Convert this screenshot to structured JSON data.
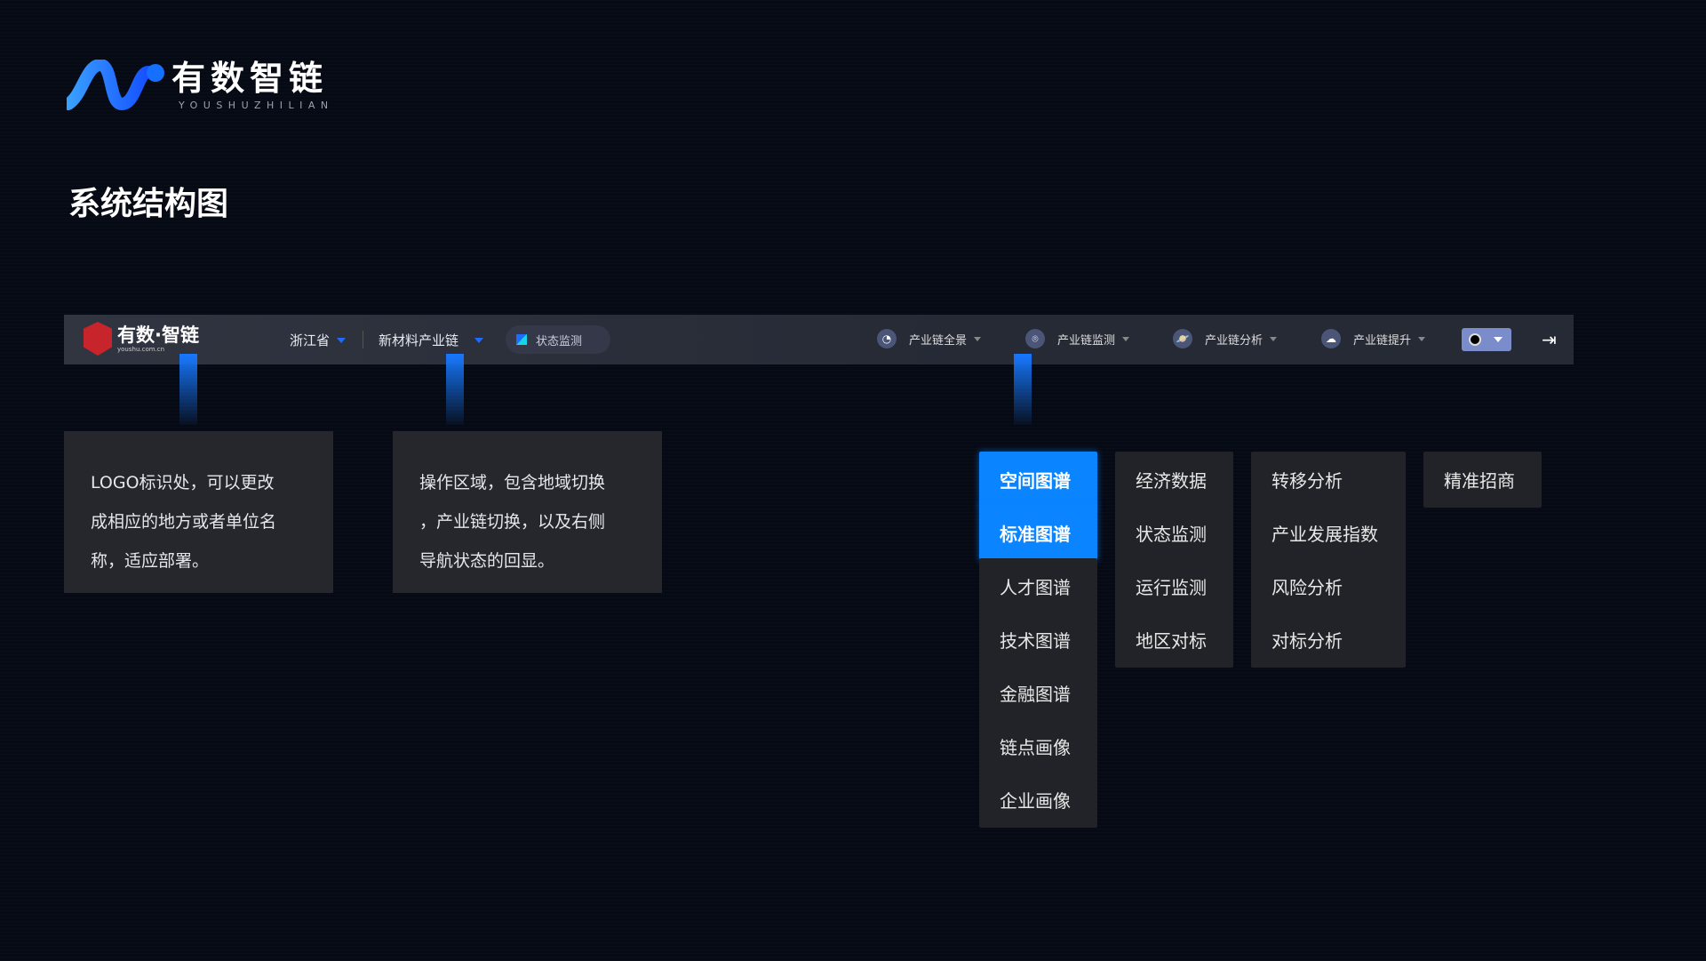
{
  "brand": {
    "name": "有数智链",
    "subtitle": "YOUSHUZHILIAN"
  },
  "page_title": "系统结构图",
  "navbar": {
    "logo": {
      "name": "有数·智链",
      "domain": "youshu.com.cn"
    },
    "region": "浙江省",
    "chain": "新材料产业链",
    "status_pill": "状态监测",
    "menus": [
      {
        "label": "产业链全景",
        "icon": "pie-chart-icon"
      },
      {
        "label": "产业链监测",
        "icon": "shield-search-icon"
      },
      {
        "label": "产业链分析",
        "icon": "planet-icon"
      },
      {
        "label": "产业链提升",
        "icon": "cloud-upload-icon"
      }
    ],
    "theme_icon": "theme-toggle-icon",
    "exit_icon": "logout-icon"
  },
  "descriptions": [
    {
      "lines": [
        "LOGO标识处，可以更改",
        "成相应的地方或者单位名",
        "称，适应部署。"
      ]
    },
    {
      "lines": [
        "操作区域，包含地域切换",
        "，产业链切换，以及右侧",
        "导航状态的回显。"
      ]
    }
  ],
  "columns": [
    [
      {
        "label": "空间图谱",
        "active": true
      },
      {
        "label": "标准图谱",
        "active": true
      },
      {
        "label": "人才图谱"
      },
      {
        "label": "技术图谱"
      },
      {
        "label": "金融图谱"
      },
      {
        "label": "链点画像"
      },
      {
        "label": "企业画像"
      }
    ],
    [
      {
        "label": "经济数据"
      },
      {
        "label": "状态监测"
      },
      {
        "label": "运行监测"
      },
      {
        "label": "地区对标"
      }
    ],
    [
      {
        "label": "转移分析"
      },
      {
        "label": "产业发展指数"
      },
      {
        "label": "风险分析"
      },
      {
        "label": "对标分析"
      }
    ],
    [
      {
        "label": "精准招商"
      }
    ]
  ],
  "colors": {
    "accent": "#0a84ff",
    "panel": "#25272d",
    "background": "#060a14"
  }
}
